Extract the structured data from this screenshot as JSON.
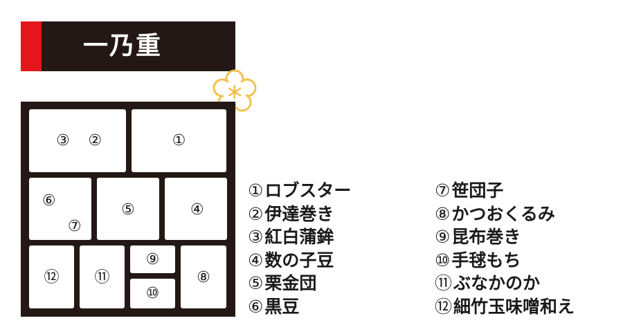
{
  "header": {
    "title": "一乃重"
  },
  "colors": {
    "accent_red": "#e4161c",
    "box_dark": "#231815",
    "plum_gold": "#f2c14e"
  },
  "icons": {
    "flower": "plum-blossom-icon"
  },
  "compartments": [
    {
      "labels": [
        "③",
        "②"
      ]
    },
    {
      "labels": [
        "①"
      ]
    },
    {
      "labels": [
        "⑥",
        "⑦"
      ]
    },
    {
      "labels": [
        "⑤"
      ]
    },
    {
      "labels": [
        "④"
      ]
    },
    {
      "labels": [
        "⑫"
      ]
    },
    {
      "labels": [
        "⑪"
      ]
    },
    {
      "labels": [
        "⑨"
      ]
    },
    {
      "labels": [
        "⑩"
      ]
    },
    {
      "labels": [
        "⑧"
      ]
    }
  ],
  "legend": {
    "left": [
      {
        "mark": "①",
        "name": "ロブスター"
      },
      {
        "mark": "②",
        "name": "伊達巻き"
      },
      {
        "mark": "③",
        "name": "紅白蒲鉾"
      },
      {
        "mark": "④",
        "name": "数の子豆"
      },
      {
        "mark": "⑤",
        "name": "栗金団"
      },
      {
        "mark": "⑥",
        "name": "黒豆"
      }
    ],
    "right": [
      {
        "mark": "⑦",
        "name": "笹団子"
      },
      {
        "mark": "⑧",
        "name": "かつおくるみ"
      },
      {
        "mark": "⑨",
        "name": "昆布巻き"
      },
      {
        "mark": "⑩",
        "name": "手毬もち"
      },
      {
        "mark": "⑪",
        "name": "ぶなかのか"
      },
      {
        "mark": "⑫",
        "name": "細竹玉味噌和え"
      }
    ]
  }
}
